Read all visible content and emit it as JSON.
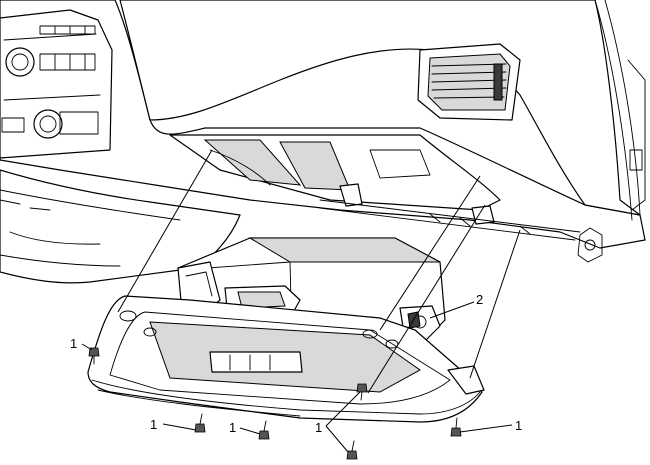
{
  "callouts": {
    "c1a": "1",
    "c1b": "1",
    "c1c": "1",
    "c1d": "1",
    "c1e": "1",
    "c2": "2"
  }
}
